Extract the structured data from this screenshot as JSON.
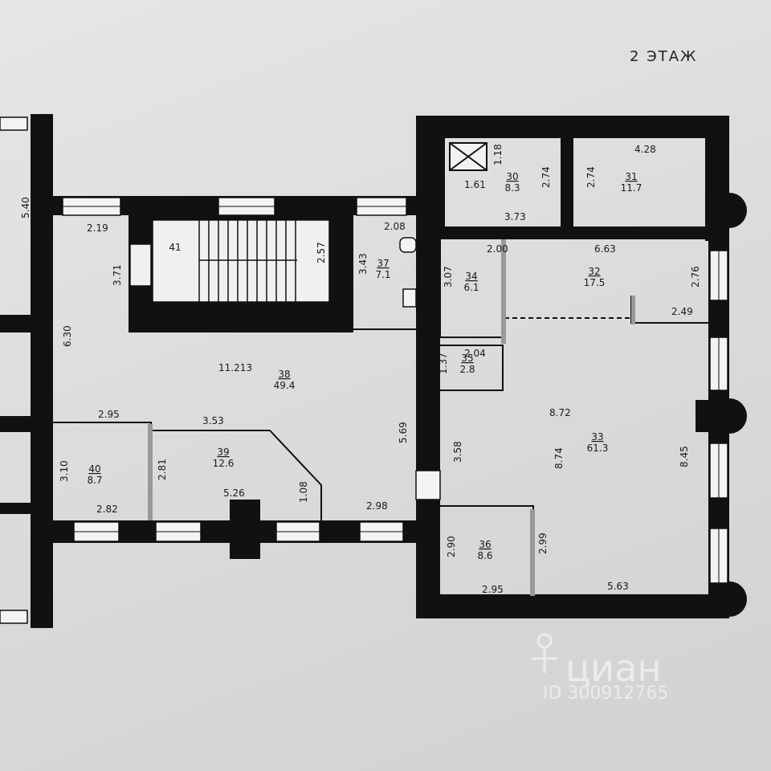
{
  "floor_label": "2 ЭТАЖ",
  "watermark": {
    "brand": "циан",
    "id": "ID 300912765"
  },
  "rooms": [
    {
      "id": "room-30",
      "number": "30",
      "area": "8.3"
    },
    {
      "id": "room-31",
      "number": "31",
      "area": "11.7"
    },
    {
      "id": "room-32",
      "number": "32",
      "area": "17.5"
    },
    {
      "id": "room-33",
      "number": "33",
      "area": "61.3"
    },
    {
      "id": "room-34",
      "number": "34",
      "area": "6.1"
    },
    {
      "id": "room-35",
      "number": "35",
      "area": "2.8"
    },
    {
      "id": "room-36",
      "number": "36",
      "area": "8.6"
    },
    {
      "id": "room-37",
      "number": "37",
      "area": "7.1"
    },
    {
      "id": "room-38",
      "number": "38",
      "area": "49.4"
    },
    {
      "id": "room-39",
      "number": "39",
      "area": "12.6"
    },
    {
      "id": "room-40",
      "number": "40",
      "area": "8.7"
    },
    {
      "id": "room-41",
      "number": "41"
    }
  ],
  "dimensions": [
    "5.40",
    "2.19",
    "3.71",
    "6.30",
    "11.213",
    "2.95",
    "3.53",
    "3.10",
    "2.81",
    "2.82",
    "5.26",
    "1.08",
    "2.98",
    "5.69",
    "2.57",
    "3.43",
    "2.08",
    "1.61",
    "1.18",
    "2.74",
    "2.74",
    "3.73",
    "4.28",
    "2.00",
    "6.63",
    "3.07",
    "2.76",
    "2.49",
    "2.04",
    "1.37",
    "8.72",
    "3.58",
    "8.74",
    "8.45",
    "2.90",
    "2.99",
    "2.95",
    "5.63"
  ]
}
